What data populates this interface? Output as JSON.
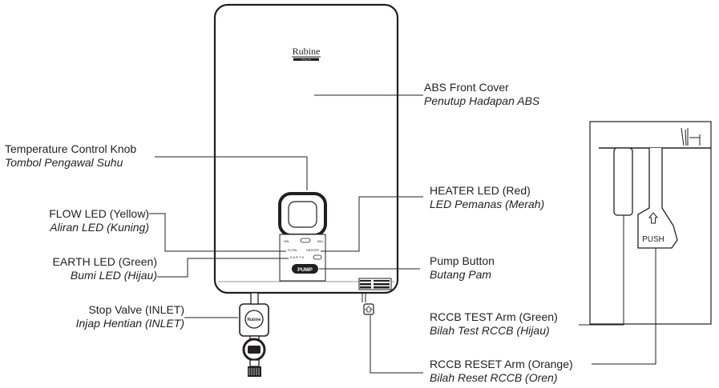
{
  "brand": {
    "name": "Rubine",
    "tagline": "ITALIA"
  },
  "callouts": {
    "front_cover": {
      "en": "ABS Front Cover",
      "ms": "Penutup Hadapan ABS"
    },
    "temp_knob": {
      "en": "Temperature Control Knob",
      "ms": "Tombol Pengawal Suhu"
    },
    "flow_led": {
      "en": "FLOW LED (Yellow)",
      "ms": "Aliran LED (Kuning)"
    },
    "earth_led": {
      "en": "EARTH LED (Green)",
      "ms": "Bumi LED (Hijau)"
    },
    "stop_valve": {
      "en": "Stop Valve (INLET)",
      "ms": "Injap Hentian (INLET)"
    },
    "heater_led": {
      "en": "HEATER LED (Red)",
      "ms": "LED Pemanas (Merah)"
    },
    "pump_button": {
      "en": "Pump Button",
      "ms": "Butang Pam"
    },
    "rccb_test": {
      "en": "RCCB TEST Arm (Green)",
      "ms": "Bilah Test RCCB (Hijau)"
    },
    "rccb_reset": {
      "en": "RCCB RESET Arm (Orange)",
      "ms": "Bilah Reset RCCB (Oren)"
    }
  },
  "panel": {
    "min": "MIN",
    "max": "MAX",
    "flow": "FLOW",
    "heater": "HEATER",
    "earth": "E A R T H",
    "pump": "PUMP"
  },
  "inset": {
    "push": "PUSH"
  }
}
